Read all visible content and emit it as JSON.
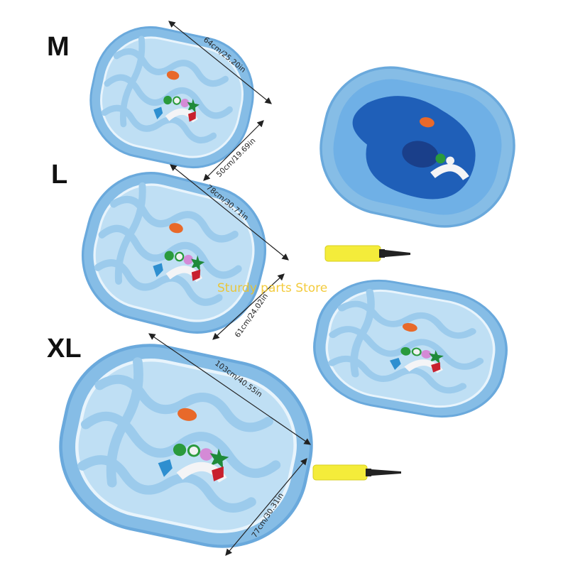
{
  "sizes": {
    "m": {
      "label": "M",
      "length": "64cm/25.20in",
      "width": "50cm/19.69in"
    },
    "l": {
      "label": "L",
      "length": "78cm/30.71in",
      "width": "61cm/24.02in"
    },
    "xl": {
      "label": "XL",
      "length": "103cm/40.55in",
      "width": "77cm/30.31in"
    }
  },
  "watermark": "Sturdy parts Store",
  "colors": {
    "mat": "#8fc3e8",
    "mat_inner": "#bfdff4",
    "wave": "#9ccbec",
    "pump": "#f4ec3a",
    "water_dark": "#1f5fb8"
  }
}
